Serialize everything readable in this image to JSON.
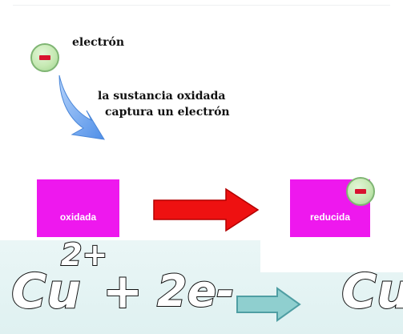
{
  "legend": {
    "electron_label": "electrón"
  },
  "annotation": {
    "line1": "la sustancia oxidada",
    "line2": "captura un electrón"
  },
  "boxes": {
    "oxidized_label": "oxidada",
    "reduced_label": "reducida"
  },
  "equation": {
    "reactant": "Cu",
    "charge": "2+",
    "plus": "+",
    "electrons": "2e-",
    "product": "Cu"
  },
  "colors": {
    "box": "#ee18ee",
    "reaction_arrow": "#ee1111",
    "curved_arrow": "#4f8fe8",
    "equation_arrow": "#8fcfcf",
    "electron_fill": "#c6e9b3",
    "minus_sign": "#d8132f"
  },
  "icons": {
    "electron": "electron-minus-icon",
    "curved_arrow": "curved-arrow-down-icon",
    "reaction_arrow": "right-arrow-icon",
    "equation_arrow": "right-arrow-outline-icon"
  }
}
